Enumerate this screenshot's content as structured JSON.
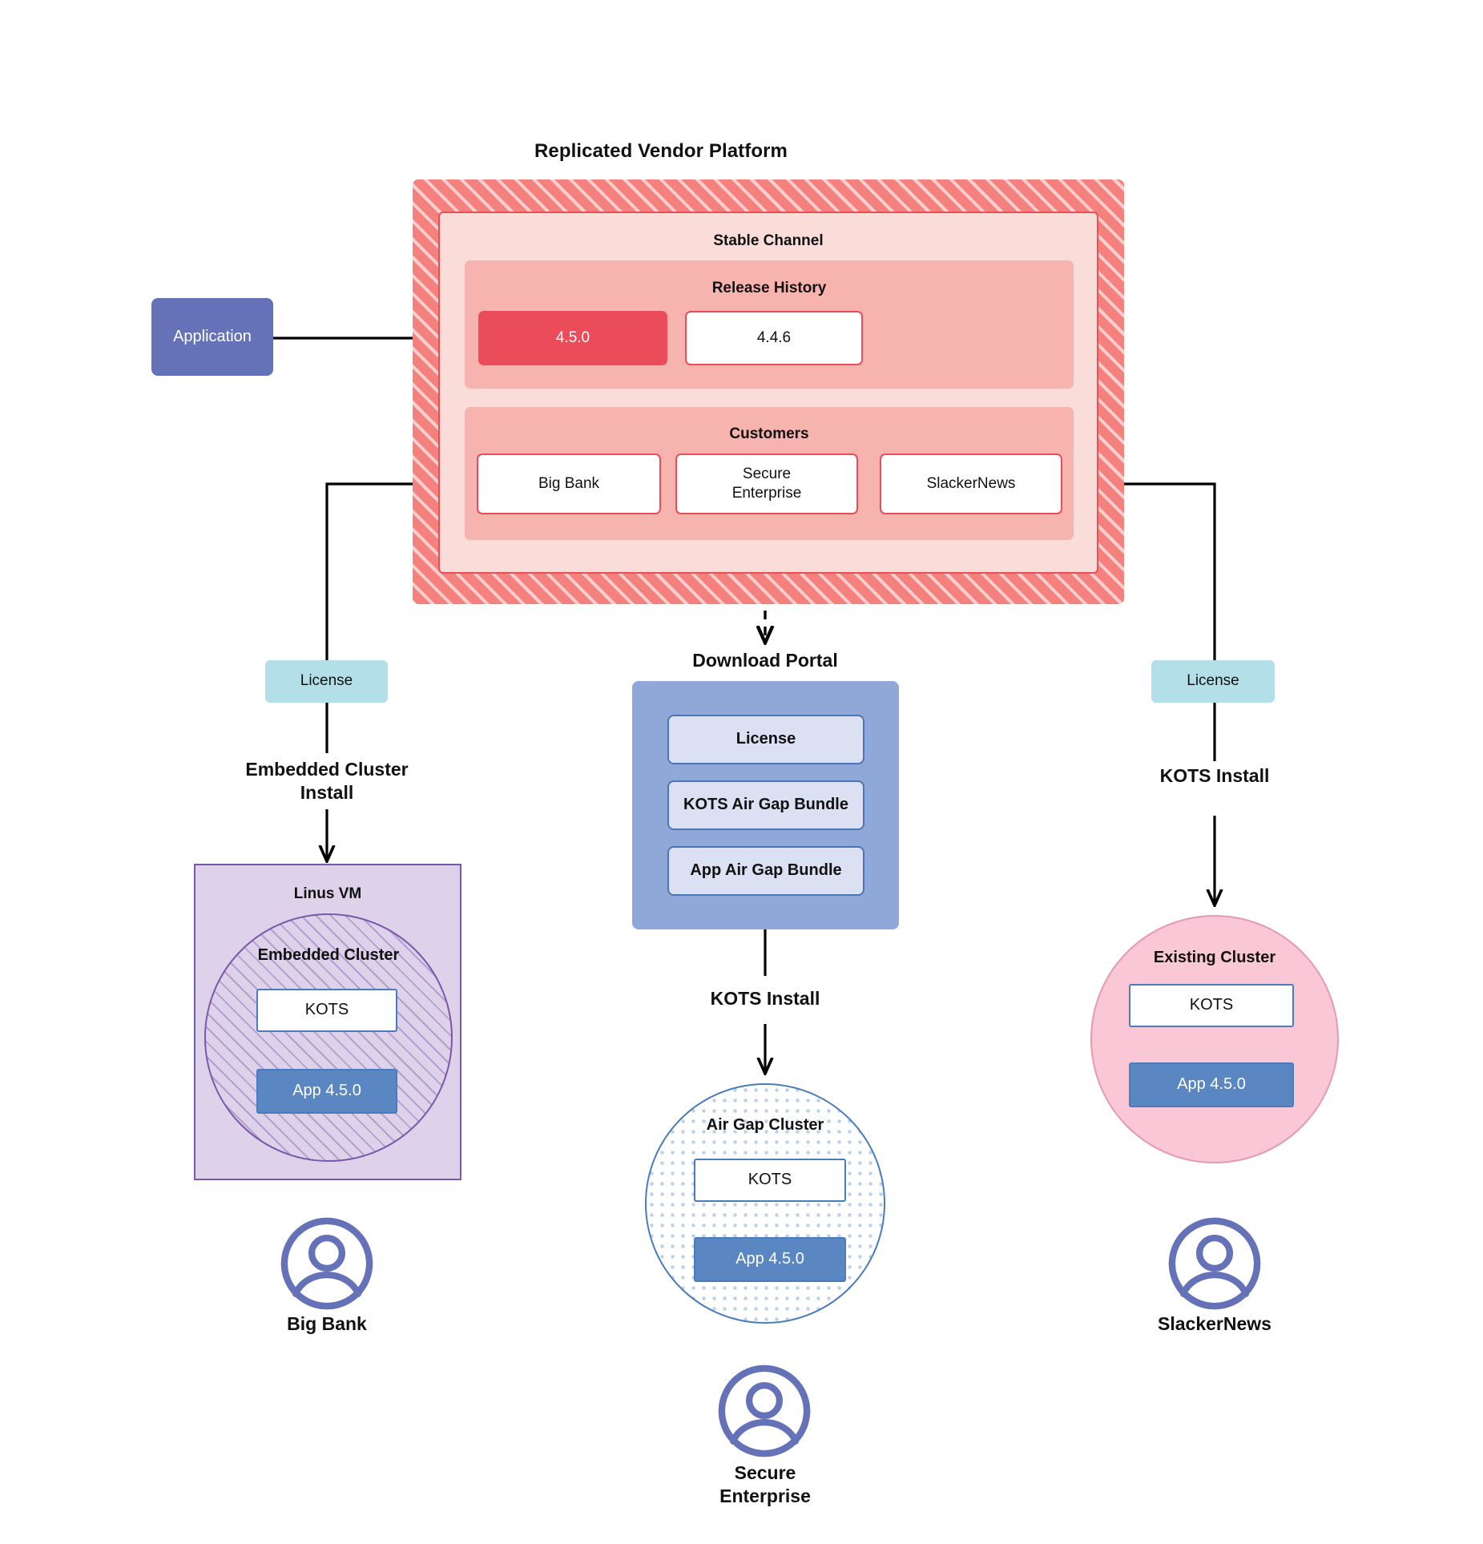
{
  "diagram": {
    "title": "Replicated Vendor Platform"
  },
  "application": {
    "label": "Application"
  },
  "vendor_platform": {
    "title": "Replicated Vendor Platform",
    "channel": {
      "title": "Stable Channel",
      "release_history": {
        "title": "Release History",
        "releases": [
          {
            "version": "4.5.0",
            "state": "active"
          },
          {
            "version": "4.4.6",
            "state": "inactive"
          }
        ]
      },
      "customers": {
        "title": "Customers",
        "items": [
          {
            "name": "Big Bank"
          },
          {
            "name": "Secure\nEnterprise"
          },
          {
            "name": "SlackerNews"
          }
        ]
      }
    }
  },
  "left_branch": {
    "license_label": "License",
    "install_label": "Embedded Cluster\nInstall",
    "vm_title": "Linus VM",
    "cluster_title": "Embedded Cluster",
    "kots_label": "KOTS",
    "app_label": "App 4.5.0",
    "customer_label": "Big Bank",
    "avatar_icon": "user-avatar-icon"
  },
  "center_branch": {
    "portal_title": "Download  Portal",
    "portal_items": [
      {
        "label": "License"
      },
      {
        "label": "KOTS Air Gap Bundle"
      },
      {
        "label": "App Air Gap Bundle"
      }
    ],
    "install_label": "KOTS Install",
    "cluster_title": "Air Gap Cluster",
    "kots_label": "KOTS",
    "app_label": "App 4.5.0",
    "customer_label": "Secure\nEnterprise",
    "avatar_icon": "user-avatar-icon"
  },
  "right_branch": {
    "license_label": "License",
    "install_label": "KOTS Install",
    "cluster_title": "Existing Cluster",
    "kots_label": "KOTS",
    "app_label": "App 4.5.0",
    "customer_label": "SlackerNews",
    "avatar_icon": "user-avatar-icon"
  },
  "colors": {
    "vendor_hatch": "#f4817e",
    "channel_bg": "#fadcd9",
    "inner_pink": "#f7b3ae",
    "release_active": "#ea4c5a",
    "application": "#6572b8",
    "license": "#b3e0e8",
    "portal": "#8fa8d8",
    "portal_item": "#dbe1f2",
    "vm_purple": "#ddd2ea",
    "vm_border": "#7a57a8",
    "airgap_border": "#4a7bbd",
    "existing_pink": "#fac7d6",
    "existing_border": "#e599b4",
    "app_blue": "#5a86c2",
    "avatar": "#6572b8",
    "connector": "#000000"
  }
}
